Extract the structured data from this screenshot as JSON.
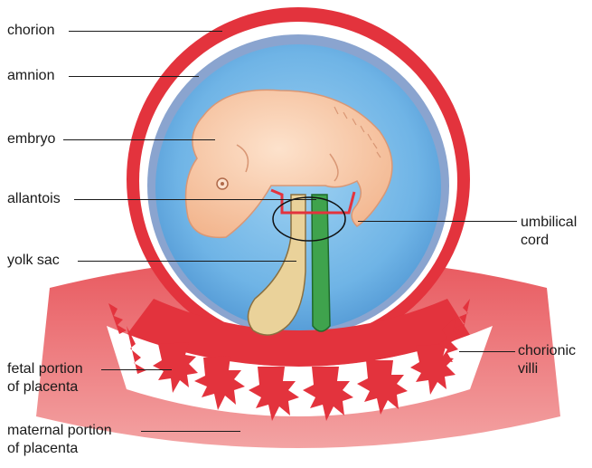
{
  "labels": {
    "chorion": "chorion",
    "amnion": "amnion",
    "embryo": "embryo",
    "allantois": "allantois",
    "yolk_sac": "yolk sac",
    "umbilical_cord_1": "umbilical",
    "umbilical_cord_2": "cord",
    "chorionic_villi_1": "chorionic",
    "chorionic_villi_2": "villi",
    "fetal_portion_1": "fetal portion",
    "fetal_portion_2": "of placenta",
    "maternal_portion_1": "maternal portion",
    "maternal_portion_2": "of placenta"
  },
  "colors": {
    "chorion": "#e3333d",
    "amnion_rim": "#8aa4cf",
    "amniotic_fluid": "#6fb4e6",
    "embryo": "#f7c7a2",
    "yolk_sac": "#ead29a",
    "allantois": "#3fa34d",
    "maternal_tissue": "#f08c8c"
  }
}
